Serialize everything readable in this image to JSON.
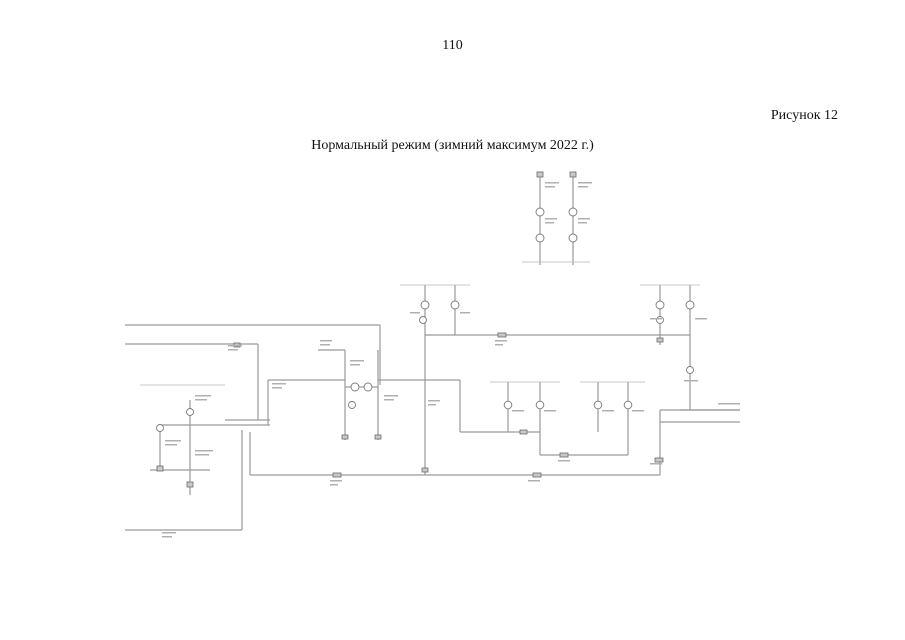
{
  "page": {
    "number": "110",
    "figure_label": "Рисунок 12",
    "figure_title": "Нормальный режим (зимний максимум 2022 г.)"
  },
  "diagram": {
    "description_icon": "power-grid-single-line-diagram",
    "line_color": "#9a9a9a",
    "node_color": "#c9c9c9"
  }
}
